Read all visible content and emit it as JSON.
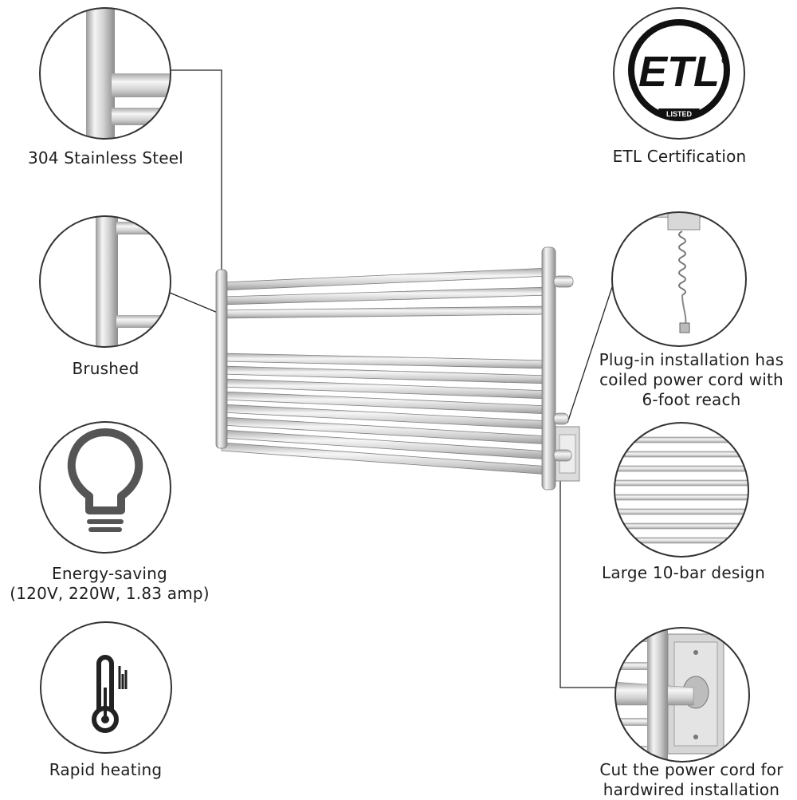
{
  "features": {
    "material": {
      "caption": "304 Stainless Steel",
      "icon": "tube-closeup"
    },
    "finish": {
      "caption": "Brushed",
      "icon": "bar-closeup"
    },
    "energy": {
      "caption_line1": "Energy-saving",
      "caption_line2": "(120V, 220W, 1.83 amp)",
      "icon": "lightbulb-icon"
    },
    "heating": {
      "caption": "Rapid heating",
      "icon": "thermometer-icon"
    },
    "certification": {
      "caption": "ETL Certification",
      "logo_text": "ETL",
      "logo_subtext": "LISTED",
      "icon": "etl-logo"
    },
    "plugin": {
      "caption_line1": "Plug-in installation has",
      "caption_line2": "coiled power cord with",
      "caption_line3": "6-foot reach",
      "icon": "coiled-cord"
    },
    "bars": {
      "caption": "Large 10-bar design",
      "icon": "bars-closeup"
    },
    "hardwire": {
      "caption_line1": "Cut the power cord for",
      "caption_line2": "hardwired installation",
      "icon": "wall-plate-closeup"
    }
  },
  "colors": {
    "outline": "#333333",
    "steel_light": "#f2f2f2",
    "steel_mid": "#c8c8c8",
    "steel_dark": "#8a8a8a",
    "text": "#1e1e1e"
  }
}
